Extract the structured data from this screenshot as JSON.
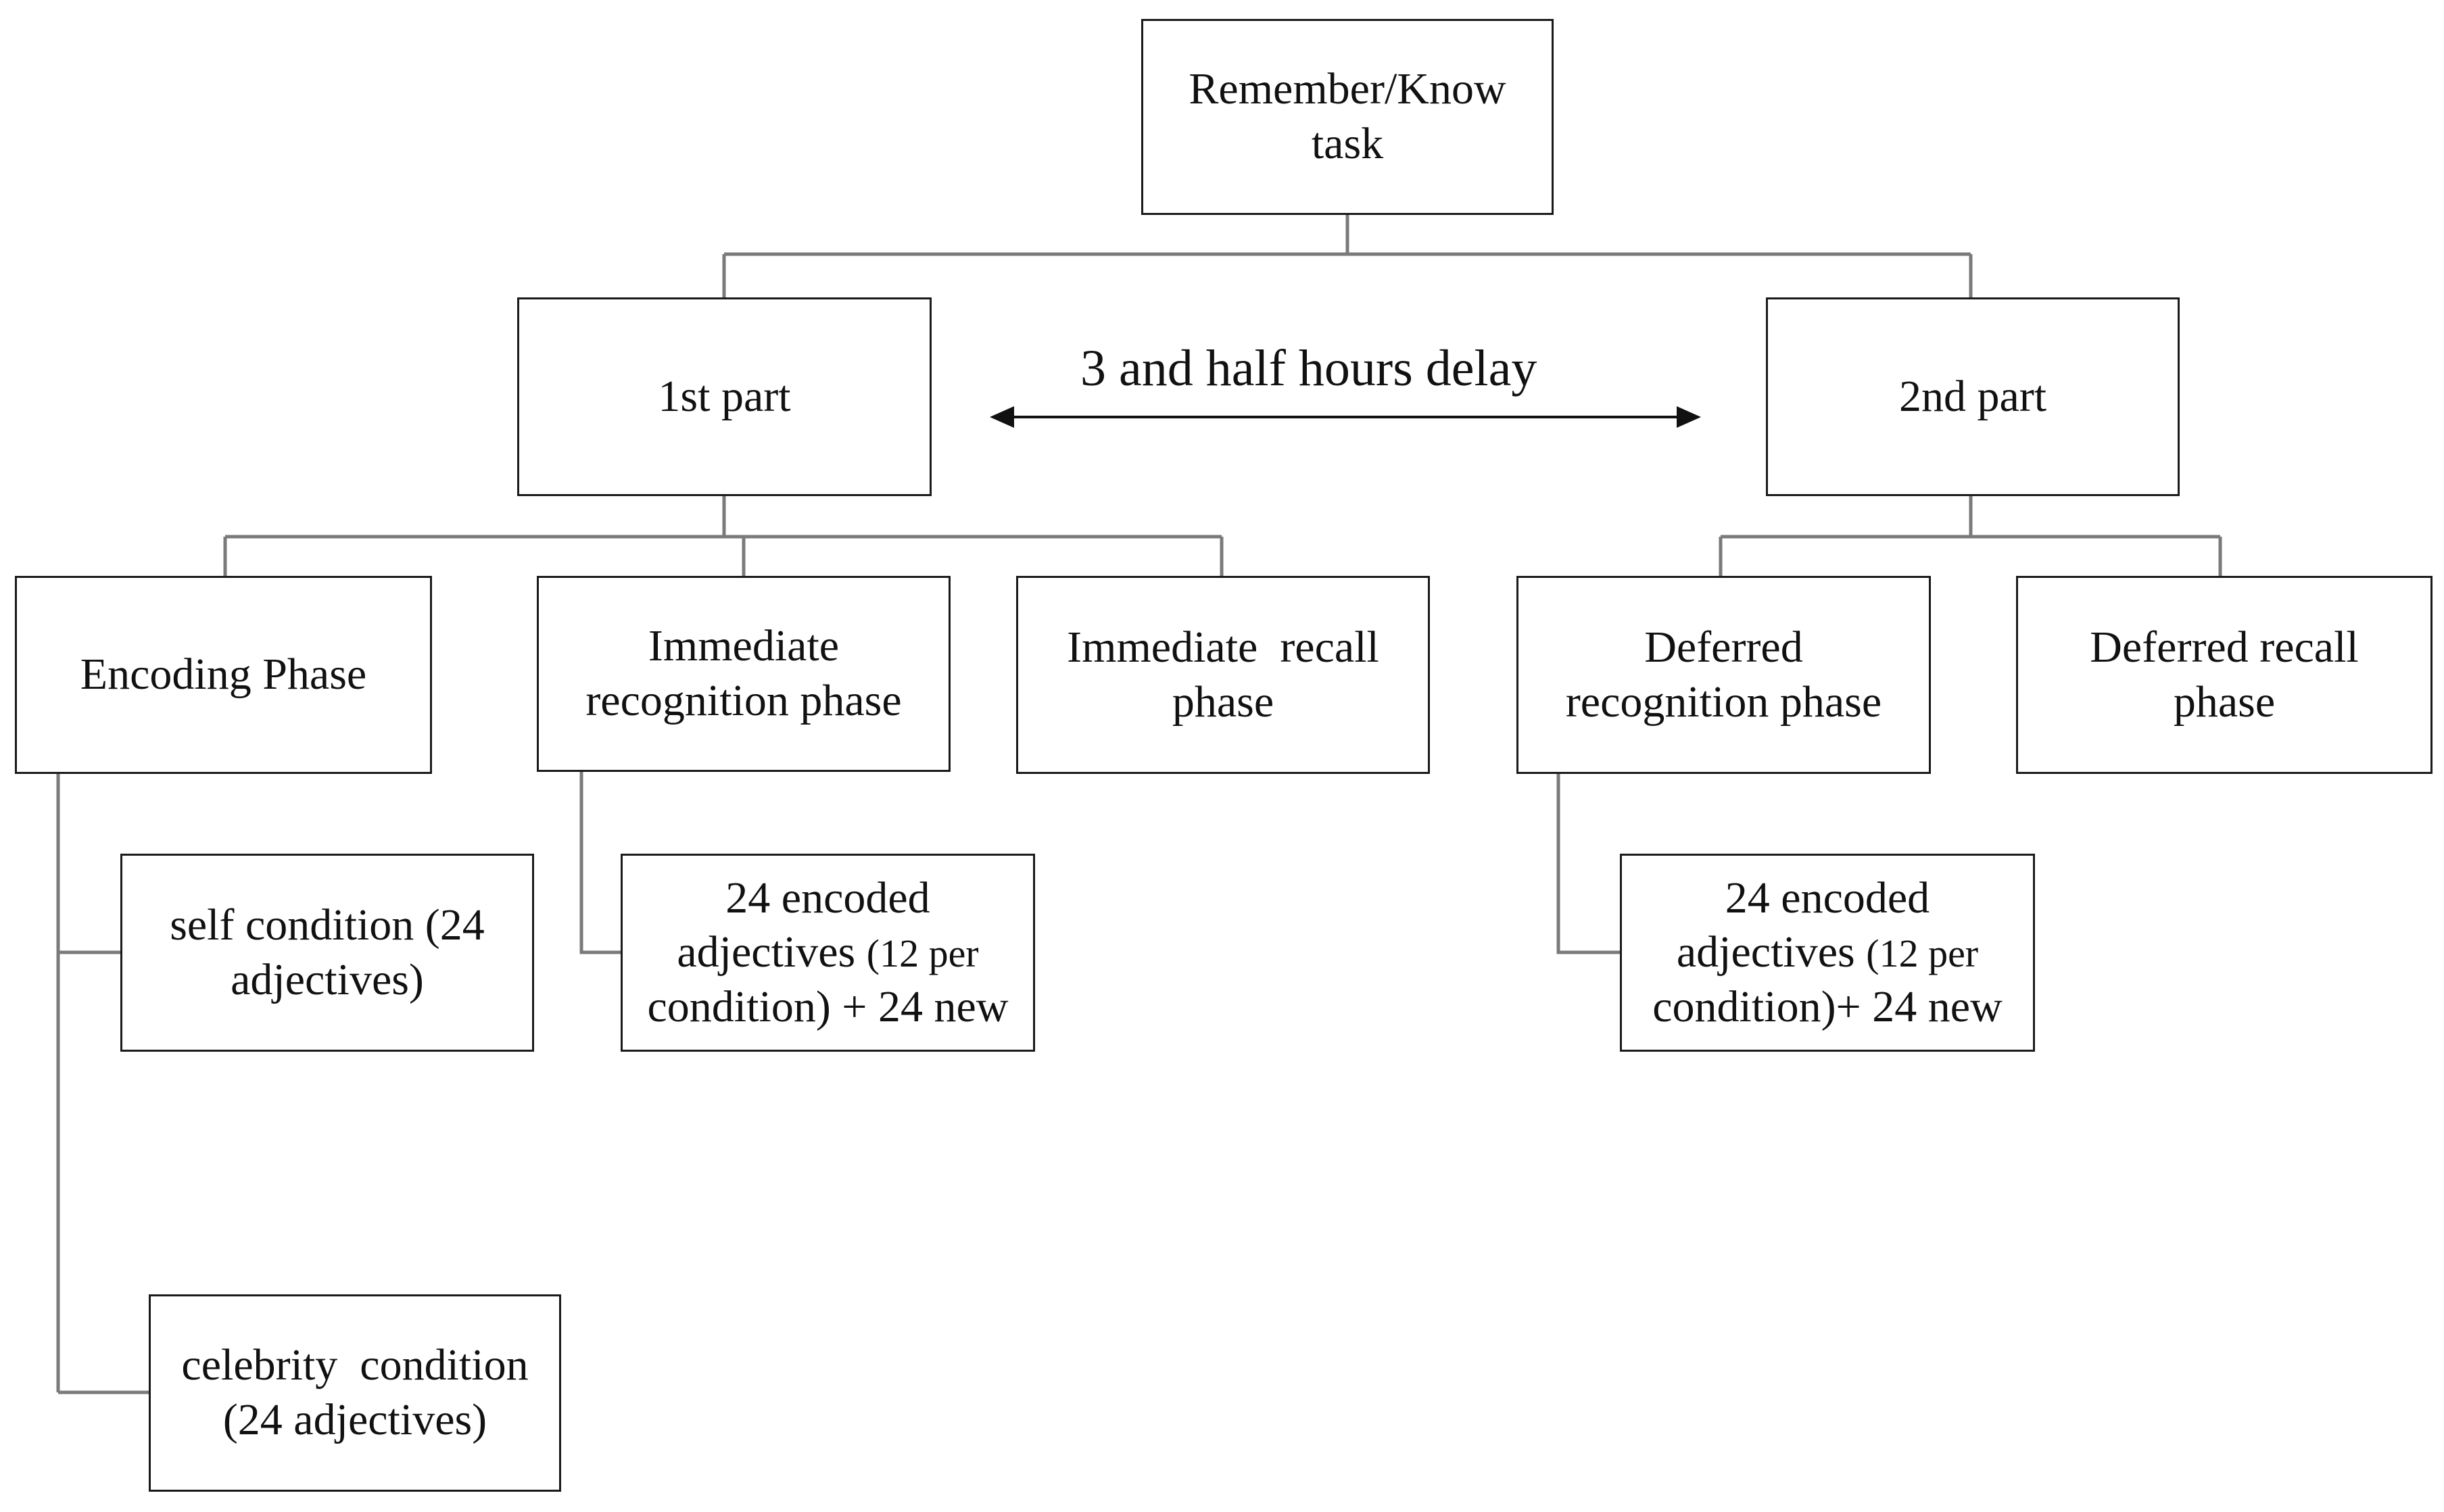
{
  "root": {
    "line1": "Remember/Know",
    "line2": "task"
  },
  "part1": {
    "label": "1st part"
  },
  "part2": {
    "label": "2nd part"
  },
  "delay": {
    "label": "3 and half hours delay"
  },
  "encoding": {
    "label": "Encoding Phase"
  },
  "immediate_recognition": {
    "line1": "Immediate",
    "line2": "recognition phase"
  },
  "immediate_recall": {
    "line1": "Immediate  recall",
    "line2": "phase"
  },
  "deferred_recognition": {
    "line1": "Deferred",
    "line2": "recognition phase"
  },
  "deferred_recall": {
    "line1": "Deferred recall",
    "line2": "phase"
  },
  "self_condition": {
    "line1": "self condition (24",
    "line2": "adjectives)"
  },
  "celebrity_condition": {
    "line1": "celebrity  condition",
    "line2": "(24 adjectives)"
  },
  "immediate_items": {
    "line1": "24 encoded",
    "line2a": "adjectives ",
    "line2b": "(12 per",
    "line3": "condition) + 24 new"
  },
  "deferred_items": {
    "line1": "24 encoded",
    "line2a": "adjectives ",
    "line2b": "(12 per",
    "line3": "condition)+ 24 new"
  },
  "colors": {
    "box_border": "#1a1a1a",
    "connector": "#7a7a7a",
    "arrow": "#111111"
  }
}
